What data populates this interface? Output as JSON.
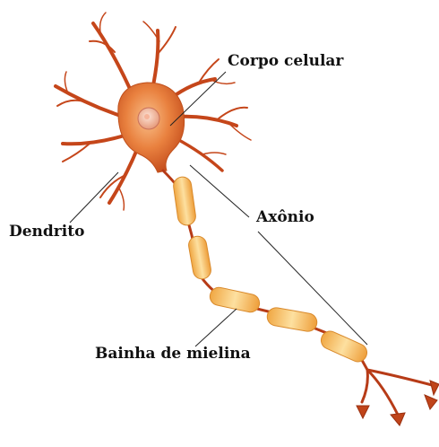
{
  "labels": {
    "cell_body": "Corpo celular",
    "dendrite": "Dendrito",
    "axon": "Axônio",
    "myelin_sheath": "Bainha de mielina"
  },
  "colors": {
    "soma": "#e0783a",
    "soma_light": "#f6b27a",
    "nucleus": "#f5c6b0",
    "branch": "#c5461a",
    "myelin": "#f2b65a",
    "myelin_light": "#fde3a6",
    "axon_core": "#b73b17",
    "leader_line": "#222222"
  }
}
